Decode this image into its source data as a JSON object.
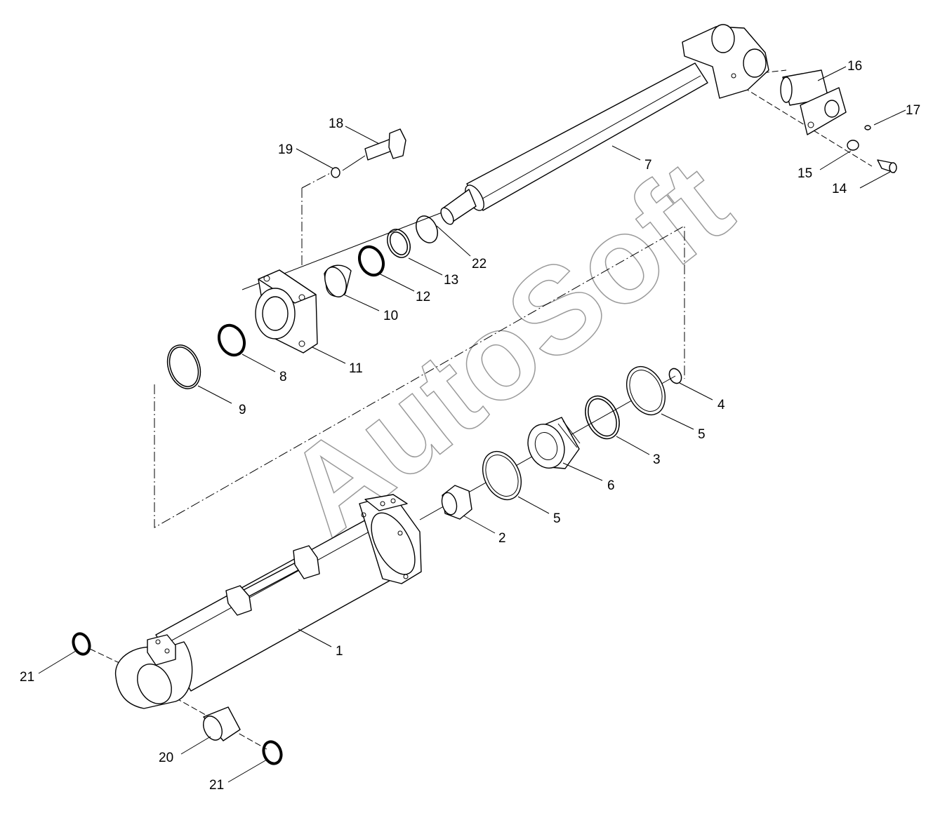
{
  "watermark": "AutoSoft",
  "callouts": {
    "c1": "1",
    "c2": "2",
    "c3": "3",
    "c4": "4",
    "c5a": "5",
    "c5b": "5",
    "c6": "6",
    "c7": "7",
    "c8": "8",
    "c9": "9",
    "c10": "10",
    "c11": "11",
    "c12": "12",
    "c13": "13",
    "c14": "14",
    "c15": "15",
    "c16": "16",
    "c17": "17",
    "c18": "18",
    "c19": "19",
    "c20": "20",
    "c21a": "21",
    "c21b": "21",
    "c22": "22"
  }
}
